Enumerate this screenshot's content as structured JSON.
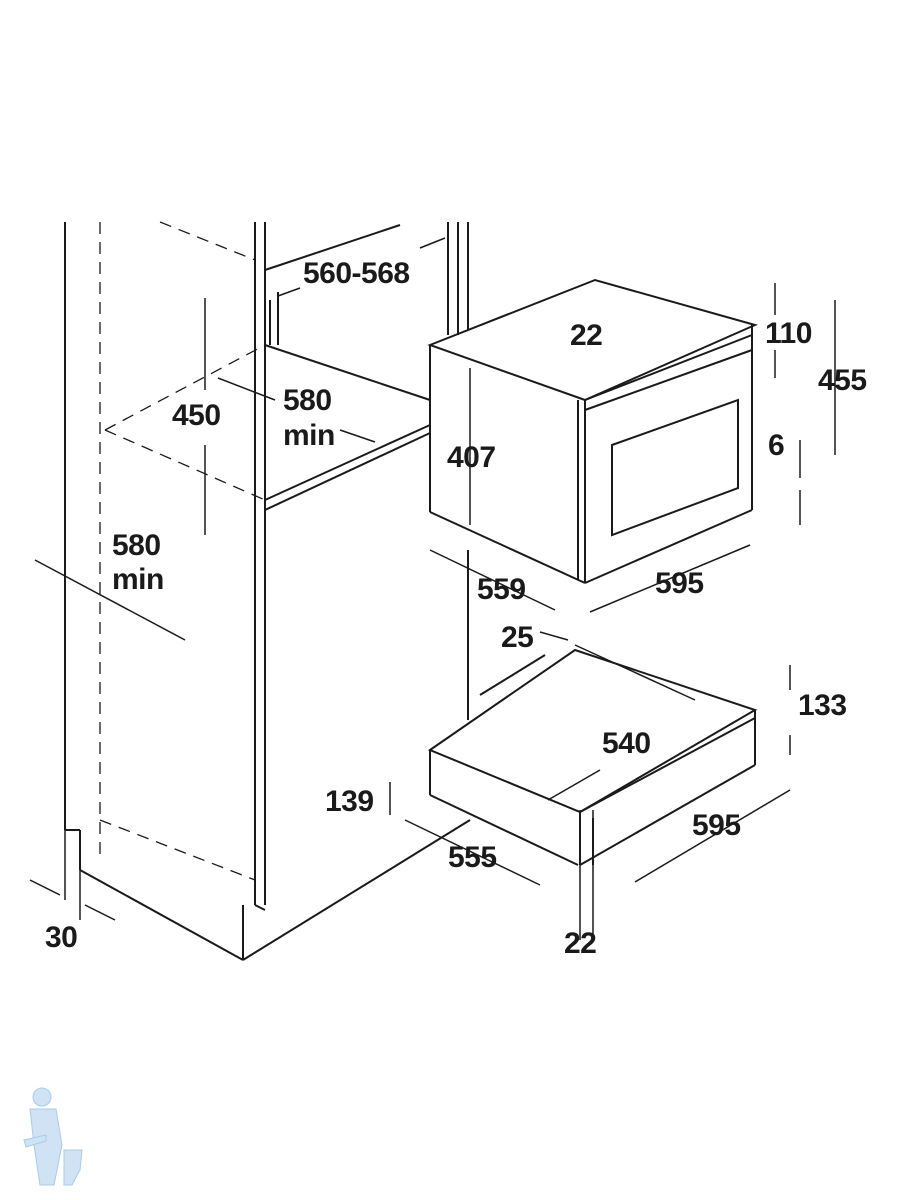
{
  "cabinet": {
    "niche_width": "560-568",
    "niche_height": "450",
    "depth_top": "580",
    "depth_top_unit": "min",
    "depth_side": "580",
    "depth_side_unit": "min",
    "plinth": "30"
  },
  "oven": {
    "top_offset": "22",
    "front_height": "110",
    "total_height": "455",
    "body_height": "407",
    "gap": "6",
    "body_depth": "559",
    "width": "595",
    "front_depth": "25"
  },
  "drawer": {
    "height_right": "133",
    "depth": "540",
    "height_left": "139",
    "width": "595",
    "body_depth": "555",
    "front_thickness": "22"
  }
}
